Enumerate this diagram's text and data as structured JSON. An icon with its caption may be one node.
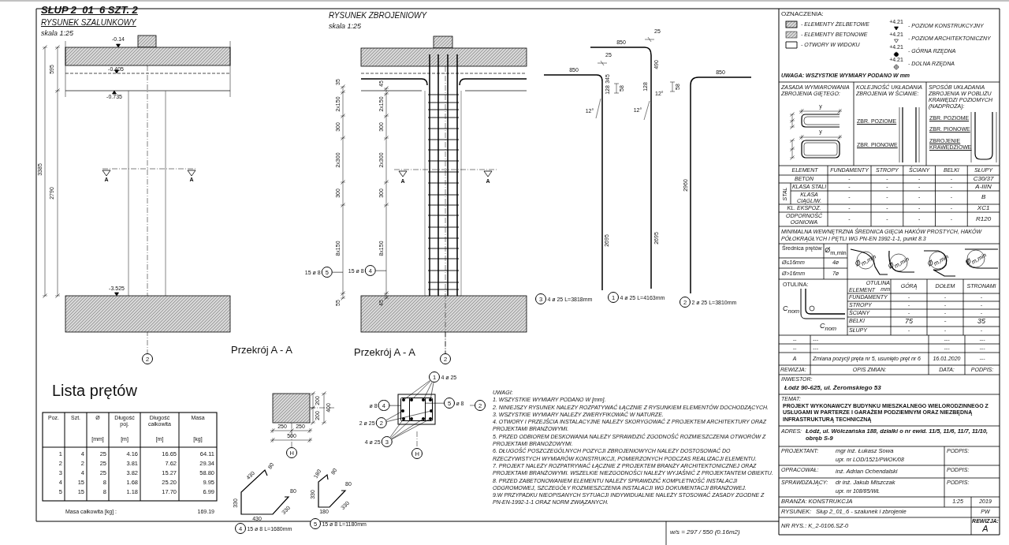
{
  "diagram": {
    "title": "SŁUP 2_01_6 SZT. 2",
    "nodes": [
      {
        "text": [
          "2"
        ]
      },
      {
        "text": [
          "5"
        ],
        "beside": [
          "15 ø 8"
        ]
      },
      {
        "text": [
          "4"
        ],
        "beside": [
          "15 ø 8"
        ]
      },
      {
        "text": [
          "3"
        ],
        "beside": [
          "4 ø 25 L=3818mm"
        ]
      },
      {
        "text": [
          "1"
        ],
        "beside": [
          "4 ø 25 L=4163mm"
        ]
      },
      {
        "text": [
          "2"
        ],
        "beside": [
          "2 ø 25 L=3810mm"
        ]
      },
      {
        "text": [
          "H"
        ]
      },
      {
        "text": [
          "2"
        ]
      },
      {
        "text": [
          "1"
        ],
        "beside": [
          "4 ø 25"
        ]
      },
      {
        "text": [
          "4"
        ],
        "beside": [
          "ø 8"
        ]
      },
      {
        "text": [
          "5"
        ],
        "beside": [
          "ø 8"
        ]
      },
      {
        "text": [
          "2"
        ]
      },
      {
        "text": [
          "2"
        ],
        "beside": [
          "2 ø 25"
        ]
      },
      {
        "text": [
          "3"
        ],
        "beside": [
          "4 ø 25"
        ]
      },
      {
        "text": [
          "H"
        ]
      },
      {
        "text": [
          "4"
        ],
        "beside": [
          "15 ø 8 L=1680mm"
        ]
      },
      {
        "text": [
          "5"
        ],
        "beside": [
          "15 ø 8 L=1180mm"
        ]
      },
      {
        "text": [],
        "shape": "box"
      },
      {
        "text": [],
        "shape": "box",
        "in": 17
      },
      {
        "text": [],
        "shape": "circle",
        "in": 17
      },
      {
        "text": [],
        "shape": "circle",
        "in": 18
      },
      {
        "text": [],
        "shape": "circle",
        "in": 18
      },
      {
        "text": [],
        "shape": "circle",
        "in": 17
      },
      {
        "text": [],
        "shape": "circle",
        "in": 17
      },
      {
        "text": [],
        "shape": "circle",
        "in": 17
      },
      {
        "text": [],
        "shape": "circle",
        "in": 17
      },
      {
        "text": [],
        "shape": "circle",
        "in": 18
      },
      {
        "text": [],
        "shape": "circle",
        "in": 18
      },
      {
        "text": [],
        "shape": "circle",
        "in": 17
      },
      {
        "text": [],
        "shape": "line"
      },
      {
        "text": [],
        "shape": "line"
      }
    ],
    "edges": [
      {
        "from": 1,
        "to": 29,
        "arrow": "none"
      },
      {
        "from": 2,
        "to": 30,
        "arrow": "none"
      },
      {
        "from": 8,
        "to": 19,
        "arrow": "none"
      },
      {
        "from": 8,
        "to": 20,
        "arrow": "none"
      },
      {
        "from": 8,
        "to": 21,
        "arrow": "none"
      },
      {
        "from": 8,
        "to": 22,
        "arrow": "none"
      },
      {
        "from": 9,
        "to": 17,
        "arrow": "none"
      },
      {
        "from": 10,
        "to": 18,
        "arrow": "none"
      },
      {
        "from": 12,
        "to": 23,
        "arrow": "none"
      },
      {
        "from": 12,
        "to": 24,
        "arrow": "none"
      },
      {
        "from": 13,
        "to": 25,
        "arrow": "none"
      },
      {
        "from": 13,
        "to": 26,
        "arrow": "none"
      },
      {
        "from": 13,
        "to": 27,
        "arrow": "none"
      },
      {
        "from": 13,
        "to": 28,
        "arrow": "none"
      }
    ],
    "labels": [
      "RYSUNEK SZALUNKOWY",
      "skala 1:25",
      "-0.14",
      "-0.405",
      "-0.735",
      "595",
      "3385",
      "2790",
      "A",
      "A",
      "-3.525",
      "RYSUNEK ZBROJENIOWY",
      "skala 1:25",
      "35",
      "2x150",
      "300",
      "2x300",
      "300",
      "8x150",
      "55",
      "45",
      "2x150",
      "300",
      "2x300",
      "300",
      "8x150",
      "45",
      "A",
      "A",
      "850",
      "25",
      "345",
      "128",
      "58",
      "12°",
      "2695",
      "850",
      "25",
      "490",
      "128",
      "12°",
      "58",
      "12°",
      "2695",
      "850",
      "2960",
      "Przekrój A - A",
      "200",
      "200",
      "400",
      "250",
      "250",
      "500",
      "Przekrój A - A",
      "430",
      "80",
      "80",
      "330",
      "430",
      "330",
      "180",
      "80",
      "80",
      "330",
      "180",
      "330",
      "Lista prętów",
      "Poz.",
      "Szt.",
      "Ø",
      "Długość poj.",
      "Długość całkowita",
      "Masa",
      "[mm]",
      "[m]",
      "[m]",
      "[kg]",
      "1",
      "4",
      "25",
      "4.16",
      "16.65",
      "64.11",
      "2",
      "2",
      "25",
      "3.81",
      "7.62",
      "29.34",
      "3",
      "4",
      "25",
      "3.82",
      "15.27",
      "58.80",
      "4",
      "15",
      "8",
      "1.68",
      "25.20",
      "9.95",
      "5",
      "15",
      "8",
      "1.18",
      "17.70",
      "6.99",
      "Masa całkowita [kg] :",
      "169.19",
      "UWAGI:",
      "1. WSZYSTKIE WYMIARY PODANO W [mm].",
      "2. NINIEJSZY RYSUNEK NALEŻY ROZPATYWAĆ ŁĄCZNIE Z RYSUNKIEM ELEMENTÓW DOCHODZĄCYCH.",
      "3. WSZYSTKIE WYMIARY NALEŻY ZWERYFIKOWAĆ W NATURZE.",
      "4. OTWORY I PRZEJŚCIA INSTALACYJNE NALEŻY SKORYGOWAĆ Z PROJEKTEM ARCHITEKTURY ORAZ PROJEKTAMI BRANŻOWYMI.",
      "5. PRZED ODBIOREM DESKOWANIA NALEŻY SPRAWDZIĆ ZGODNOŚĆ ROZMIESZCZENIA OTWORÓW Z PROJEKTAMI BRANOŻOWYMI.",
      "6. DŁUGOŚĆ POSZCZEGÓLNYCH POZYCJI ZBROJENIOWYCH NALEŻY DOSTOSOWAĆ DO RZECZYWISTYCH WYMIARÓW KONSTRUKCJI, POMIERZONYCH PODCZAS REALIZACJI ELEMENTU.",
      "7. PROJEKT NALEŻY ROZPATRYWAĆ ŁĄCZNIE Z PROJEKTEM BRANŻY ARCHITEKTONICZNEJ ORAZ PROJEKTAMI BRANŻOWYMI. WSZELKIE NIEZGODNOŚCI NALEŻY WYJAŚNIĆ Z PROJEKTANTEM OBIEKTU.",
      "8. PRZED ZABETONOWANIEM ELEMENTU NALEŻY SPRAWDZIĆ KOMPLETNOŚĆ INSTALACJI ODGROMOWEJ, SZCZEGÓŁY ROZMIESZCZENIA INSTALACJI WG DOKUMENTACJI BRANŻOWEJ.",
      "9.W PRZYPADKU NIEOPISANYCH SYTUACJI INDYWIDUALNIE NALEŻY STOSOWAĆ ZASADY ZGODNE Z PN-EN-1992-1-1 ORAZ NORM ZWIĄZANYCH.",
      "w/s = 297 / 550 (0.16m2)",
      "OZNACZENIA:",
      "+4.21",
      "+4.21",
      "+4.21",
      "+4.21",
      "UWAGA: WSZYSTKIE WYMIARY PODANO W mm",
      "ZASADA WYMIAROWANIA ZBROJENIA GIĘTEGO:",
      "y",
      "y",
      "KOLEJNOŚĆ UKŁADANIA ZBROJENIA W ŚCIANIE:",
      "ZBR. POZIOME",
      "ZBR. PIONOWE",
      "SPOSÓB UKŁADANIA ZBROJENIA W POBLIŻU KRAWĘDZI POZIOMYCH (NADPROŻA):",
      "ZBR. POZIOME",
      "ZBR. PIONOWE",
      "ZBROJENIE KRAWĘDZIOWE",
      "ELEMENT",
      "FUNDAMENTY",
      "STROPY",
      "ŚCIANY",
      "BELKI",
      "SŁUPY",
      "BETON",
      "-",
      "-",
      "-",
      "-",
      "C30/37",
      "STAL",
      "KLASA STALI",
      "-",
      "-",
      "-",
      "-",
      "A-IIIN",
      "KLASA CIĄGLIW.",
      "-",
      "-",
      "-",
      "-",
      "B",
      "KL. EKSPOZ.",
      "-",
      "-",
      "-",
      "-",
      "XC1",
      "ODPORNOŚĆ OGNIOWA",
      "-",
      "-",
      "-",
      "-",
      "R120",
      "MINIMALNA WEWNĘTRZNA ŚREDNICA GIĘCIA HAKÓW PROSTYCH, HAKÓW PÓŁOKRĄGŁYCH I PĘTLI WG PN-EN 1992-1-1, punkt 8.3",
      "Średnica prętów",
      "Ø$_{m,min}$",
      "Ø≤16mm",
      "4ø",
      "Ø>16mm",
      "7ø",
      "Ø$_{m,min}$",
      "Ø$_{m,min}$",
      "Ø$_{m,min}$",
      "Ø$_{m,min}$",
      "OTULINA:",
      "C$_{nom}$",
      "C$_{nom}$",
      "OTULINA mm",
      "ELEMENT",
      "GÓRĄ",
      "DOŁEM",
      "STRONAMI",
      "FUNDAMENTY",
      "-",
      "-",
      "-",
      "STROPY",
      "-",
      "-",
      "-",
      "ŚCIANY",
      "-",
      "-",
      "-",
      "BELKI",
      "75",
      "-",
      "35",
      "SŁUPY",
      "-",
      "-",
      "-",
      "--",
      "---",
      "---",
      "---",
      "--",
      "---",
      "---",
      "---",
      "A",
      "Zmiana pozycji pręta nr 5, usunięto pręt nr 6",
      "16.01.2020",
      "---",
      "REWIZJA:",
      "OPIS ZMIAN:",
      "DATA:",
      "PODPIS:",
      "INWESTOR:",
      "Łódź 90-625, ul. Żeromskiego 53",
      "TEMAT:",
      "PROJEKT WYKONAWCZY BUDYNKU MIESZKALNEGO WIELORODZINNEGO Z USŁUGAMI W PARTERZE I GARAŻEM PODZIEMNYM ORAZ NIEZBĘDNĄ INFRASTRUKTURĄ TECHNICZNĄ",
      "ADRES:",
      "Łódź, ul. Wólczańska 188, działki o nr ewid. 11/5, 11/6, 11/7, 11/10, obręb S-9",
      "PROJEKTANT:",
      "mgr inż. Łukasz Sowa",
      "upr. nr LOD/1521/PWOK/08",
      "PODPIS:",
      "OPRACOWAŁ:",
      "inż. Adrian Ochendalski",
      "PODPIS:",
      "SPRAWDZAJĄCY:",
      "dr inż. Jakub Miszczak",
      "upr. nr 108/85/WŁ",
      "PODPIS:",
      "BRANŻA: KONSTRUKCJA",
      "1:25",
      "2019",
      "RYSUNEK:",
      "Słup 2_01_6 - szalunek i zbrojenie",
      "PW",
      "REWIZJA:",
      "NR RYS.: K_2-0106.SZ-0",
      "A"
    ],
    "legend": [
      {
        "text": "- ELEMENTY ŻELBETOWE"
      },
      {
        "text": "- ELEMENTY BETONOWE"
      },
      {
        "text": "- OTWORY W WIDOKU"
      },
      {
        "text": "- POZIOM KONSTRUKCYJNY"
      },
      {
        "text": "- POZIOM ARCHITEKTONICZNY"
      },
      {
        "text": "- GÓRNA RZĘDNA"
      },
      {
        "text": "- DOLNA RZĘDNA"
      }
    ]
  }
}
